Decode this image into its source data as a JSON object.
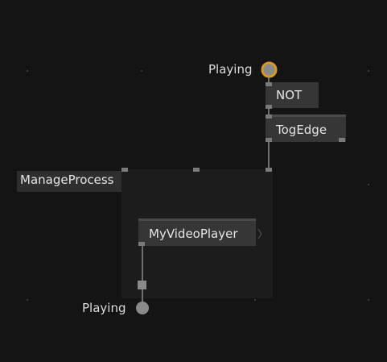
{
  "nodes": {
    "output_playing_label": "Playing",
    "not_label": "NOT",
    "togedge_label": "TogEdge",
    "region_label": "ManageProcess",
    "videoplayer_label": "MyVideoPlayer",
    "videoplayer_expand_glyph": "〉",
    "input_playing_label": "Playing"
  },
  "colors": {
    "background": "#141414",
    "node_fill": "#363636",
    "region_fill": "#1c1c1c",
    "pin_active": "#d89a20",
    "pin_idle": "#8a8a8a",
    "wire": "#6e6e6e"
  },
  "icons": {
    "output_pin": "ring-pin-icon",
    "input_pin": "circle-pin-icon",
    "expand": "chevron-right-icon"
  }
}
